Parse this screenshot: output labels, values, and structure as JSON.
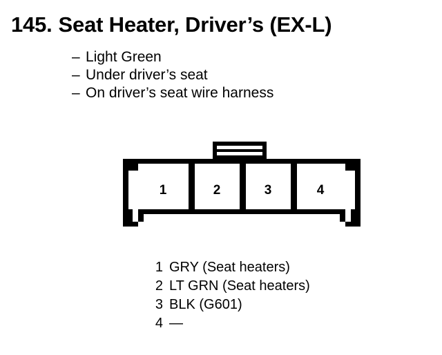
{
  "header": {
    "number": "145.",
    "title": "Seat Heater, Driver’s (EX-L)",
    "full_title": "145. Seat Heater, Driver’s (EX-L)"
  },
  "details": {
    "bullet_marker": "–",
    "items": [
      "Light Green",
      "Under driver’s seat",
      "On driver’s seat wire harness"
    ]
  },
  "connector": {
    "cavity_count": 4,
    "pin_labels": [
      "1",
      "2",
      "3",
      "4"
    ],
    "line_color": "#000000",
    "fill_color": "#ffffff"
  },
  "legend": {
    "rows": [
      {
        "pin": "1",
        "description": "GRY (Seat heaters)"
      },
      {
        "pin": "2",
        "description": "LT GRN (Seat heaters)"
      },
      {
        "pin": "3",
        "description": "BLK (G601)"
      },
      {
        "pin": "4",
        "description": "—"
      }
    ]
  }
}
